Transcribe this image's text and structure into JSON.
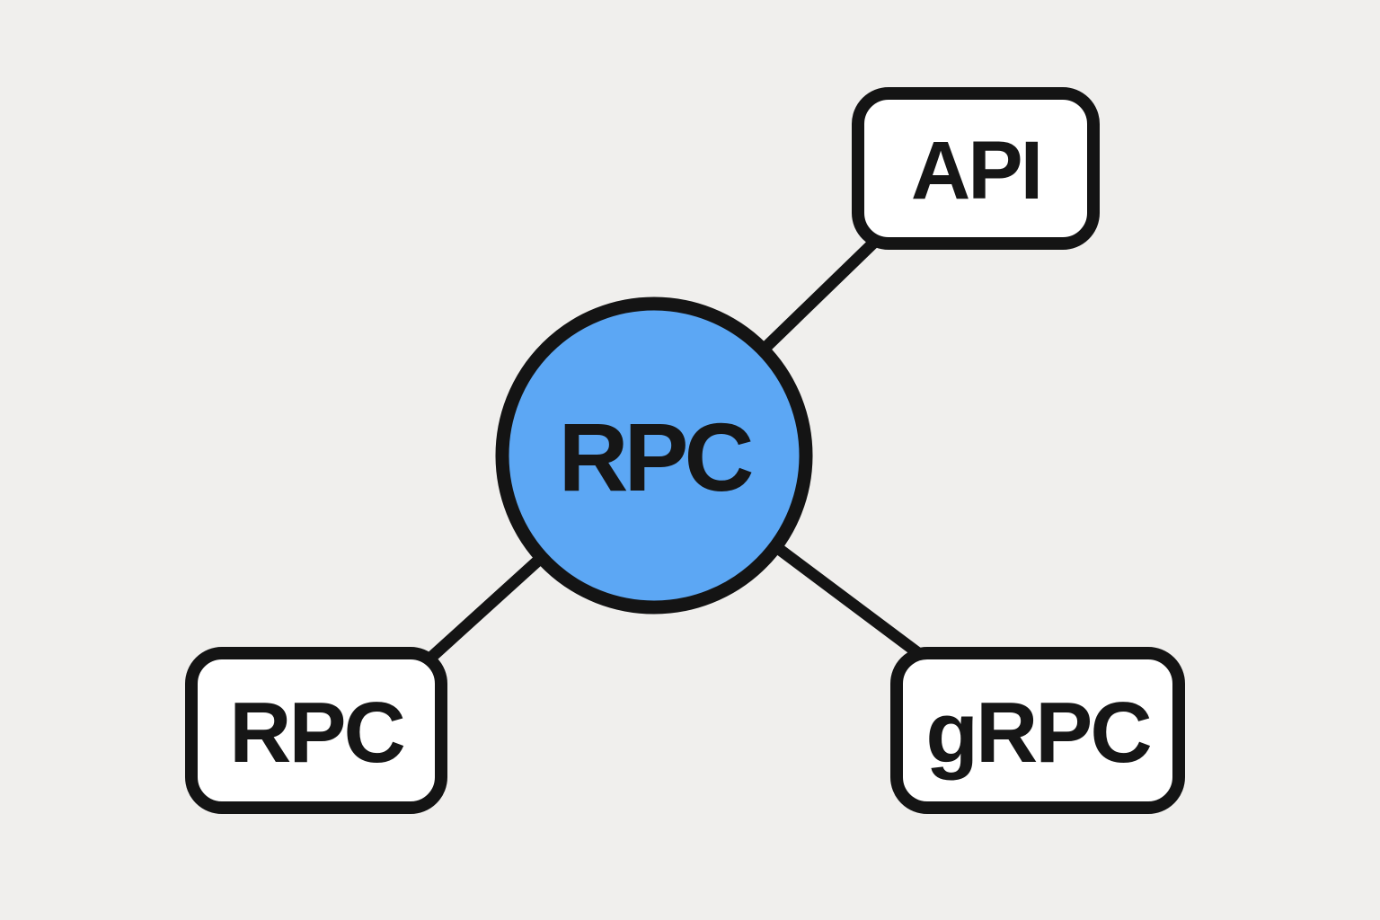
{
  "diagram": {
    "background_color": "#f0efed",
    "line_color": "#141414",
    "node_fill": "#ffffff",
    "center_node": {
      "label": "RPC",
      "fill_color": "#5ca7f4"
    },
    "nodes": [
      {
        "id": "api",
        "label": "API",
        "position": "top-right"
      },
      {
        "id": "rpc",
        "label": "RPC",
        "position": "bottom-left"
      },
      {
        "id": "grpc",
        "label": "gRPC",
        "position": "bottom-right"
      }
    ]
  }
}
